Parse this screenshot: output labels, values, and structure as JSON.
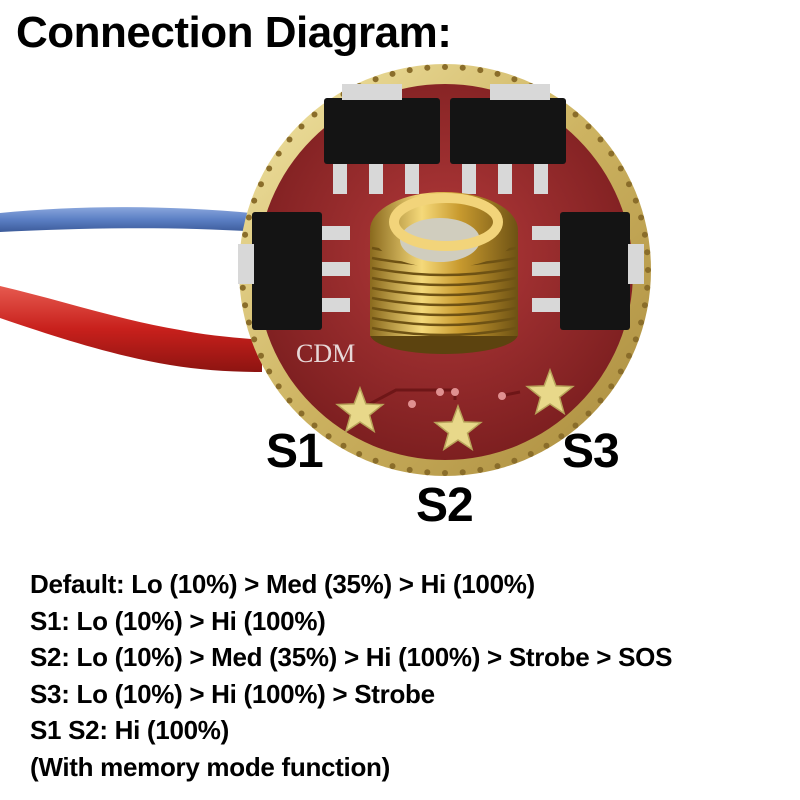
{
  "title": "Connection Diagram:",
  "board": {
    "silkscreen": "CDM",
    "pad_labels": [
      "S1",
      "S2",
      "S3"
    ]
  },
  "modes": [
    "Default: Lo (10%) > Med (35%) > Hi (100%)",
    "S1: Lo (10%) > Hi (100%)",
    "S2: Lo (10%) > Med (35%) > Hi (100%) > Strobe > SOS",
    "S3: Lo (10%) > Hi (100%) > Strobe",
    "S1 S2: Hi (100%)",
    "(With memory mode function)"
  ],
  "colors": {
    "pcb_red": "#9e2a2b",
    "gold_rim": "#d9c77a",
    "wire_blue": "#5b7fc4",
    "wire_red": "#c8201c",
    "chip_black": "#141414"
  }
}
